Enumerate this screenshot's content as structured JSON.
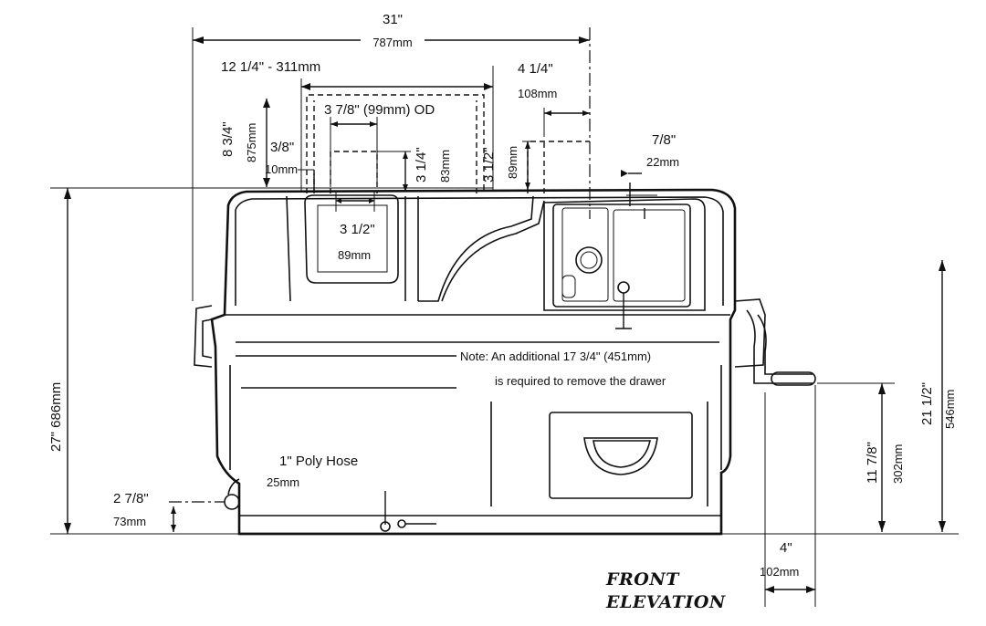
{
  "title": {
    "line1": "FRONT",
    "line2": "ELEVATION"
  },
  "dimensions": {
    "overall_width_in": "31\"",
    "overall_width_mm": "787mm",
    "inlet_offset": "12 1/4\" - 311mm",
    "inlet_od": "3 7/8\" (99mm) OD",
    "right_offset_in": "4  1/4\"",
    "right_offset_mm": "108mm",
    "height_875_in": "8 3/4\"",
    "height_875_mm": "875mm",
    "dim_3_8_in": "3/8\"",
    "dim_3_8_mm": "10mm",
    "dim_3_1_4_in": "3 1/4\"",
    "dim_3_1_4_mm": "83mm",
    "dim_3_1_2_top_in": "3 1/2\"",
    "dim_3_1_2_top_mm": "89mm",
    "vent_in": "7/8\"",
    "vent_mm": "22mm",
    "opening_in": "3 1/2\"",
    "opening_mm": "89mm",
    "overall_height": "27\" 686mm",
    "hose_in": "1\"   Poly Hose",
    "hose_mm": "25mm",
    "hose_height_in": "2  7/8\"",
    "hose_height_mm": "73mm",
    "crank_height_in": "21 1/2\"",
    "crank_height_mm": "546mm",
    "crank_low_in": "11 7/8\"",
    "crank_low_mm": "302mm",
    "crank_depth_in": "4\"",
    "crank_depth_mm": "102mm"
  },
  "note": {
    "line1": "Note: An additional 17 3/4\" (451mm)",
    "line2": "is required to remove the drawer"
  }
}
